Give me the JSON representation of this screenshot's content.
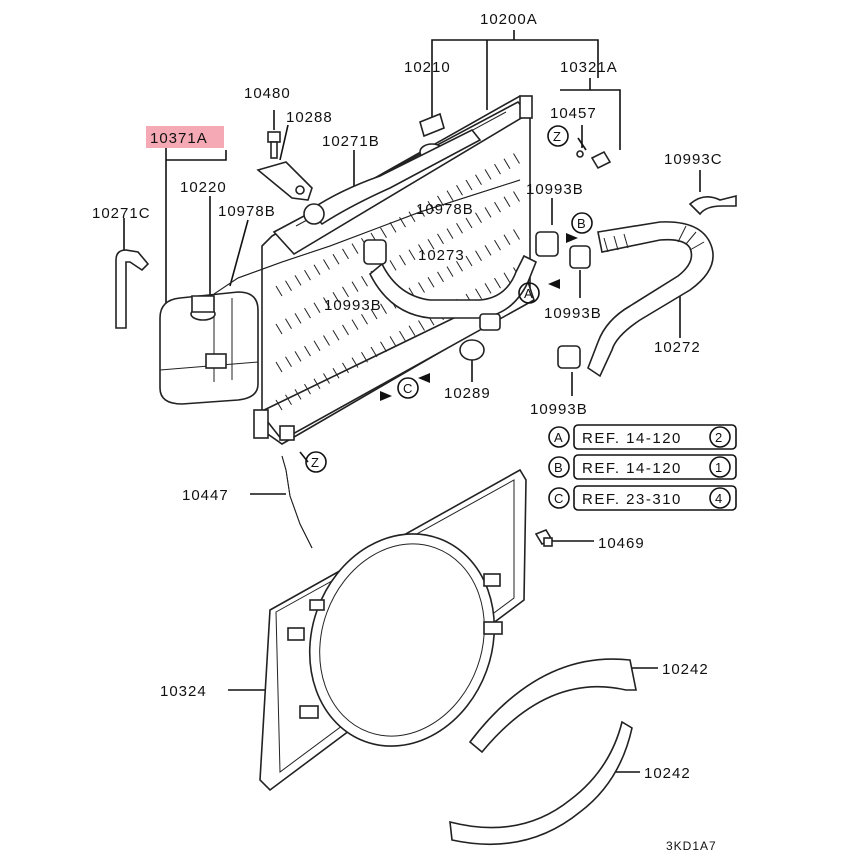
{
  "parts": {
    "p10200A": "10200A",
    "p10210": "10210",
    "p10321A": "10321A",
    "p10480": "10480",
    "p10288": "10288",
    "p10457": "10457",
    "p10371A": "10371A",
    "p10271B": "10271B",
    "p10220": "10220",
    "p10993C": "10993C",
    "p10271C": "10271C",
    "p10978B_left": "10978B",
    "p10978B_mid": "10978B",
    "p10993B_top": "10993B",
    "p10273": "10273",
    "p10993B_left": "10993B",
    "p10993B_right": "10993B",
    "p10272": "10272",
    "p10289": "10289",
    "p10993B_bottom": "10993B",
    "p10447": "10447",
    "p10469": "10469",
    "p10324": "10324",
    "p10242_top": "10242",
    "p10242_bottom": "10242"
  },
  "markers": {
    "z": "Z",
    "a": "A",
    "b": "B",
    "c": "C"
  },
  "refs": [
    {
      "marker": "A",
      "text": "REF. 14-120",
      "num": "2"
    },
    {
      "marker": "B",
      "text": "REF. 14-120",
      "num": "1"
    },
    {
      "marker": "C",
      "text": "REF. 23-310",
      "num": "4"
    }
  ],
  "diagram_code": "3KD1A7",
  "highlight_color": "#f4a9b4"
}
